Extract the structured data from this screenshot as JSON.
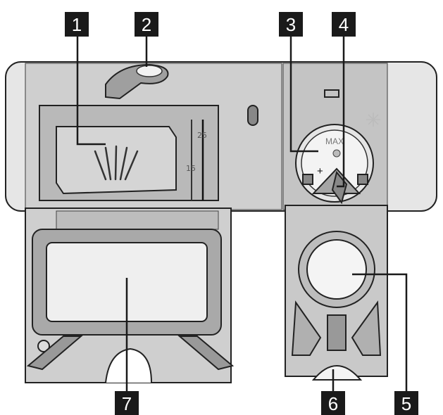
{
  "labels": [
    "1",
    "2",
    "3",
    "4",
    "5",
    "6",
    "7"
  ],
  "markings": {
    "fill_upper": "25",
    "fill_lower": "15",
    "regulator_text": "MAX",
    "regulator_plus": "+"
  },
  "colors": {
    "panel": "#c9c9c9",
    "panel_light": "#e3e3e3",
    "panel_dark": "#a9a9a9",
    "label_box": "#1a1a1a"
  }
}
